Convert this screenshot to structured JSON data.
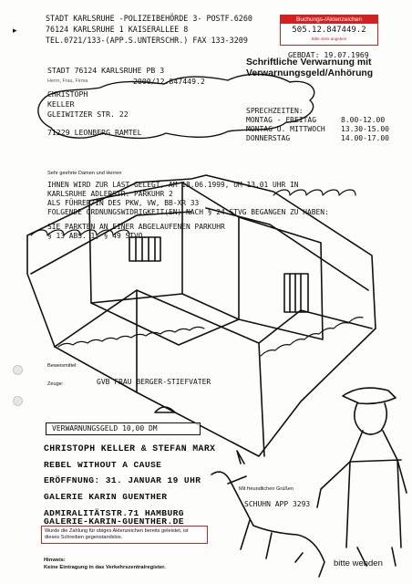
{
  "header": {
    "line1": "STADT KARLSRUHE -POLIZEIBEHÖRDE 3- POSTF.6260",
    "line2": "76124 KARLSRUHE 1 KAISERALLEE 8",
    "line3": "TEL.0721/133-(APP.S.UNTERSCHR.)   FAX 133-3209"
  },
  "reference": {
    "label": "Buchungs-/Aktenzeichen",
    "number": "505.12.847449.2",
    "subtext": "Bitte stets angeben"
  },
  "date_line": "GEBDAT: 19.07.1969",
  "title": {
    "line1": "Schriftliche Verwarnung mit",
    "line2": "Verwarnungsgeld/Anhörung"
  },
  "address_block": {
    "sender_line": "STADT 76124 KARLSRUHE PB 3",
    "salutation_label": "Herrn, Frau, Firma",
    "case_number": "2000/12.847449.2",
    "name1": "CHRISTOPH",
    "name2": "KELLER",
    "street": "GLEIWITZER STR. 22",
    "city": "71229 LEONBERG RAMTEL"
  },
  "office_hours": {
    "label": "SPRECHZEITEN:",
    "rows": [
      {
        "days": "MONTAG  -  FREITAG",
        "time": "8.00-12.00"
      },
      {
        "days": "MONTAG U. MITTWOCH",
        "time": "13.30-15.00"
      },
      {
        "days": "DONNERSTAG",
        "time": "14.00-17.00"
      }
    ]
  },
  "body": {
    "greeting": "Sehr geehrte Damen und Herren",
    "lines": [
      "IHNEN WIRD ZUR LAST GELEGT, AM 18.06.1999, UM 13.01 UHR IN",
      "KARLSRUHE ADLERSTR. PARKUHR 2",
      "ALS FÜHRER/IN DES PKW, VW, BB-XR 33",
      "FOLGENDE ORDNUNGSWIDRIGKEIT(EN) NACH § 24 STVG BEGANGEN ZU HABEN:",
      "SIE PARKTEN AN EINER ABGELAUFENEN PARKUHR",
      "§ 13 ABS. 1, § 49 STVO."
    ]
  },
  "evidence_label": "Beweismittel:",
  "witness": {
    "label": "Zeuge:",
    "value": "GVB FRAU BERGER-STIEFVATER"
  },
  "fine": {
    "text": "VERWARNUNGSGELD 10,00 DM"
  },
  "handwritten": [
    "CHRISTOPH KELLER & STEFAN MARX",
    "REBEL WITHOUT A CAUSE",
    "ERÖFFNUNG: 31. JANUAR 19 UHR",
    "GALERIE KARIN GUENTHER",
    "ADMIRALITÄTSTR.71 HAMBURG",
    "GALERIE-KARIN-GUENTHER.DE"
  ],
  "closing": {
    "regards": "Mit freundlichen Grüßen",
    "signature": "SCHUHN  APP 3293"
  },
  "payment_note": "Wurde die Zahlung für obiges Aktenzeichen bereits geleistet, ist dieses Schreiben gegenstandslos.",
  "hint": {
    "label": "Hinweis:",
    "text": "Keine Eintragung in das Verkehrszentralregister."
  },
  "page_turn": "bitte wenden"
}
